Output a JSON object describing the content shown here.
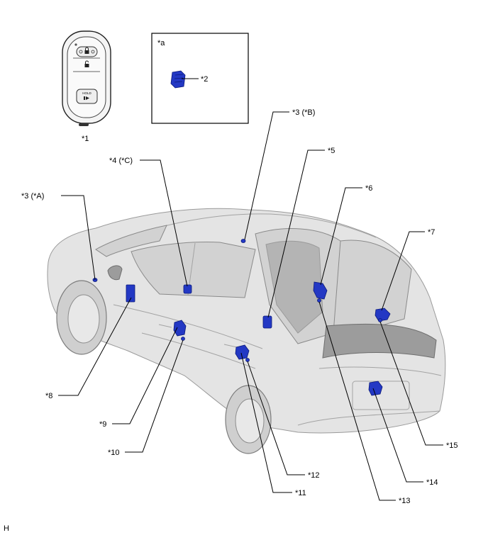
{
  "labels": {
    "l1": "*1",
    "la": "*a",
    "l2": "*2",
    "l3b": "*3 (*B)",
    "l4c": "*4 (*C)",
    "l5": "*5",
    "l3a": "*3 (*A)",
    "l6": "*6",
    "l7": "*7",
    "l8": "*8",
    "l9": "*9",
    "l10": "*10",
    "l11": "*11",
    "l12": "*12",
    "l13": "*13",
    "l14": "*14",
    "l15": "*15",
    "corner": "H"
  },
  "key_fob": {
    "hold_label": "HOLD"
  },
  "colors": {
    "part": "#2338c4",
    "car_body": "#e4e4e4"
  }
}
